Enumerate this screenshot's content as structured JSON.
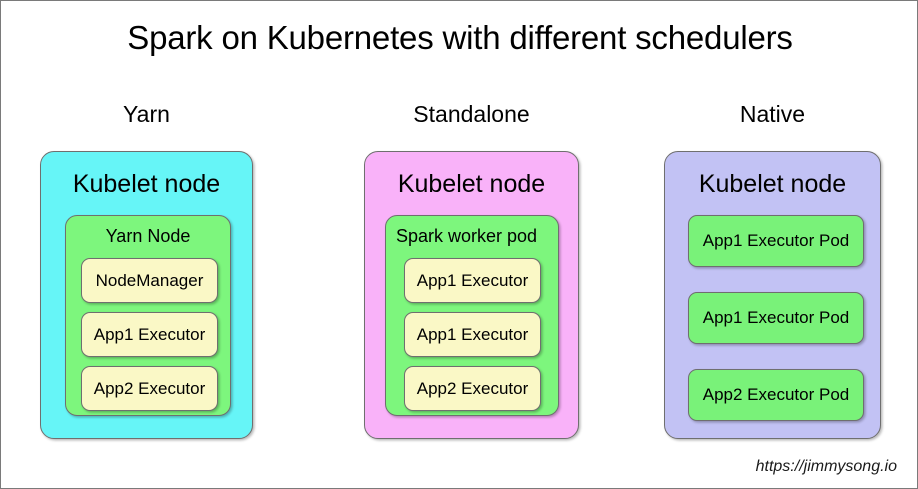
{
  "diagram": {
    "title": "Spark on Kubernetes with different schedulers",
    "footer": "https://jimmysong.io",
    "colors": {
      "background": "#ffffff",
      "frame_border": "#7a7a7a",
      "yarn_outer": "#66f5f7",
      "standalone_outer": "#f9b2f9",
      "native_outer": "#c2c2f4",
      "mid_green": "#7df67d",
      "leaf_yellow": "#faf8c6",
      "leaf_green": "#79f279",
      "box_border": "#6f6f6f",
      "text": "#000000"
    },
    "columns": [
      {
        "label": "Yarn",
        "outer": {
          "title": "Kubelet node",
          "color": "#66f5f7"
        },
        "mid": {
          "title": "Yarn Node",
          "color": "#7df67d"
        },
        "leaves": [
          {
            "label": "NodeManager",
            "color": "#faf8c6"
          },
          {
            "label": "App1 Executor",
            "color": "#faf8c6"
          },
          {
            "label": "App2 Executor",
            "color": "#faf8c6"
          }
        ]
      },
      {
        "label": "Standalone",
        "outer": {
          "title": "Kubelet node",
          "color": "#f9b2f9"
        },
        "mid": {
          "title": "Spark worker pod",
          "color": "#7df67d"
        },
        "leaves": [
          {
            "label": "App1 Executor",
            "color": "#faf8c6"
          },
          {
            "label": "App1 Executor",
            "color": "#faf8c6"
          },
          {
            "label": "App2 Executor",
            "color": "#faf8c6"
          }
        ]
      },
      {
        "label": "Native",
        "outer": {
          "title": "Kubelet node",
          "color": "#c2c2f4"
        },
        "mid": null,
        "leaves": [
          {
            "label": "App1 Executor Pod",
            "color": "#79f279"
          },
          {
            "label": "App1 Executor Pod",
            "color": "#79f279"
          },
          {
            "label": "App2 Executor Pod",
            "color": "#79f279"
          }
        ]
      }
    ]
  }
}
